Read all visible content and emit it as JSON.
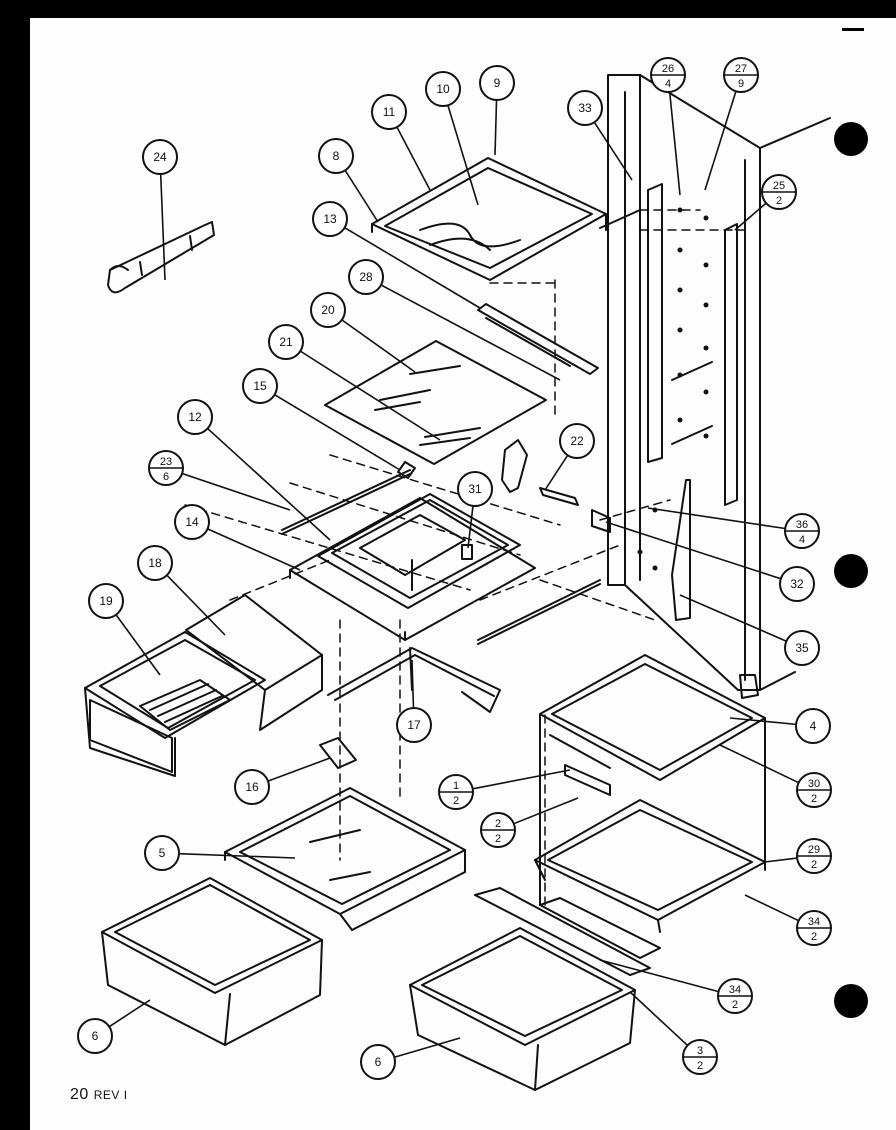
{
  "callouts": [
    {
      "label": "24",
      "type": "single"
    },
    {
      "label": "11",
      "type": "single"
    },
    {
      "label": "10",
      "type": "single"
    },
    {
      "label": "9",
      "type": "single"
    },
    {
      "label": "8",
      "type": "single"
    },
    {
      "label": "13",
      "type": "single"
    },
    {
      "label": "28",
      "type": "single"
    },
    {
      "label": "20",
      "type": "single"
    },
    {
      "label": "21",
      "type": "single"
    },
    {
      "label": "15",
      "type": "single"
    },
    {
      "label": "12",
      "type": "single"
    },
    {
      "label": "22",
      "type": "single"
    },
    {
      "label": "31",
      "type": "single"
    },
    {
      "label": "14",
      "type": "single"
    },
    {
      "label": "18",
      "type": "single"
    },
    {
      "label": "19",
      "type": "single"
    },
    {
      "label": "17",
      "type": "single"
    },
    {
      "label": "16",
      "type": "single"
    },
    {
      "label": "33",
      "type": "single"
    },
    {
      "label": "32",
      "type": "single"
    },
    {
      "label": "35",
      "type": "single"
    },
    {
      "label": "4",
      "type": "single"
    },
    {
      "label": "5",
      "type": "single"
    },
    {
      "label": "6",
      "type": "single"
    },
    {
      "label": "6",
      "type": "single"
    },
    {
      "label": "23",
      "qty": "6",
      "type": "fraction"
    },
    {
      "label": "26",
      "qty": "4",
      "type": "fraction"
    },
    {
      "label": "27",
      "qty": "9",
      "type": "fraction"
    },
    {
      "label": "25",
      "qty": "2",
      "type": "fraction"
    },
    {
      "label": "36",
      "qty": "4",
      "type": "fraction"
    },
    {
      "label": "30",
      "qty": "2",
      "type": "fraction"
    },
    {
      "label": "29",
      "qty": "2",
      "type": "fraction"
    },
    {
      "label": "34",
      "qty": "2",
      "type": "fraction"
    },
    {
      "label": "34",
      "qty": "2",
      "type": "fraction"
    },
    {
      "label": "3",
      "qty": "2",
      "type": "fraction"
    },
    {
      "label": "1",
      "qty": "2",
      "type": "fraction"
    },
    {
      "label": "2",
      "qty": "2",
      "type": "fraction"
    }
  ],
  "footer": {
    "page": "20",
    "rev": "REV  I"
  }
}
